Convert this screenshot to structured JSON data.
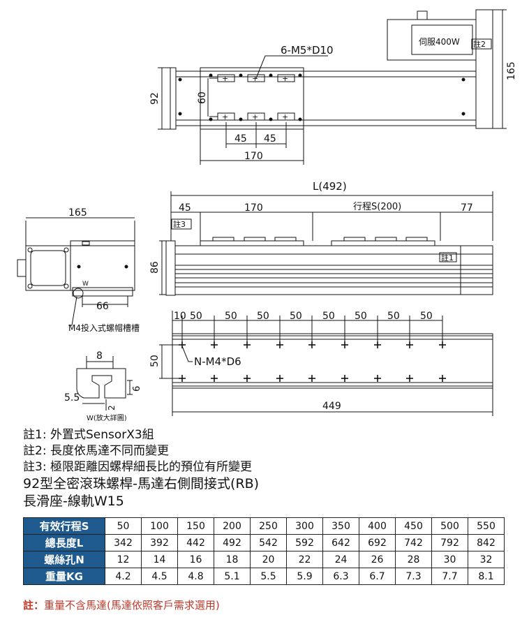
{
  "drawing": {
    "labels": {
      "hole_spec": "6-M5*D10",
      "motor": "伺服400W",
      "note2_tag": "註2",
      "note1_tag": "註1",
      "note3_tag": "註3",
      "dim_165_height": "165",
      "dim_92": "92",
      "dim_60": "60",
      "dim_45a": "45",
      "dim_45b": "45",
      "dim_170_top": "170",
      "dim_L": "L(492)",
      "dim_45_side": "45",
      "dim_170_side": "170",
      "dim_stroke": "行程S(200)",
      "dim_77": "77",
      "dim_86": "86",
      "dim_165_end": "165",
      "dim_66": "66",
      "slot_label": "M4投入式螺帽槽槽",
      "w_mark": "W",
      "dim_10": "10",
      "dim_50_list": [
        "50",
        "50",
        "50",
        "50",
        "50",
        "50",
        "50",
        "50"
      ],
      "dim_50_vert": "50",
      "rail_hole": "N-M4*D6",
      "dim_449": "449",
      "dim_8": "8",
      "dim_5_5": "5.5",
      "dim_6": "6",
      "dim_2": "2",
      "detail_caption": "W(放大詳圖)"
    }
  },
  "notes": [
    "註1: 外置式SensorX3組",
    "註2: 長度依馬達不同而變更",
    "註3: 極限距離因螺桿細長比的預位有所變更"
  ],
  "title_line1": "92型全密滾珠螺桿-馬達右側間接式(RB)",
  "title_line2": "長滑座-線軌W15",
  "table": {
    "rows": [
      {
        "label": "有效行程S",
        "values": [
          "50",
          "100",
          "150",
          "200",
          "250",
          "300",
          "350",
          "400",
          "450",
          "500",
          "550"
        ]
      },
      {
        "label": "總長度L",
        "values": [
          "342",
          "392",
          "442",
          "492",
          "542",
          "592",
          "642",
          "692",
          "742",
          "792",
          "842"
        ]
      },
      {
        "label": "螺絲孔N",
        "values": [
          "12",
          "14",
          "16",
          "18",
          "20",
          "22",
          "24",
          "26",
          "28",
          "30",
          "32"
        ]
      },
      {
        "label": "重量KG",
        "values": [
          "4.2",
          "4.5",
          "4.8",
          "5.1",
          "5.5",
          "5.9",
          "6.3",
          "6.7",
          "7.3",
          "7.7",
          "8.1"
        ]
      }
    ]
  },
  "footer": {
    "prefix": "註：",
    "text": "重量不含馬達(馬達依照客戶需求選用)"
  },
  "colors": {
    "header_bg": "#1f5a8e",
    "footer_text": "#c0392b"
  }
}
